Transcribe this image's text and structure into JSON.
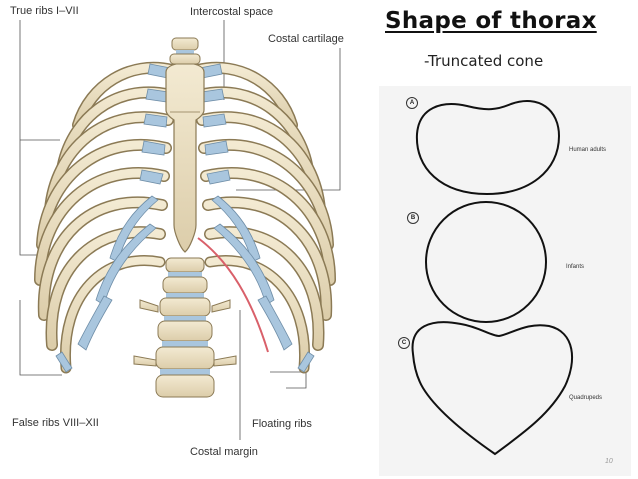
{
  "slide": {
    "title": "Shape of thorax",
    "subtitle": "-Truncated cone"
  },
  "illustration": {
    "labels": {
      "true_ribs": "True ribs I–VII",
      "intercostal_space": "Intercostal space",
      "costal_cartilage": "Costal cartilage",
      "false_ribs": "False ribs VIII–XII",
      "floating_ribs": "Floating ribs",
      "costal_margin": "Costal margin"
    },
    "colors": {
      "bone": "#eee2c4",
      "bone_outline": "#8b7a55",
      "cartilage": "#a9c6de",
      "costal_margin_line": "#d9606a"
    }
  },
  "shape_panel": {
    "items": [
      {
        "badge": "A",
        "label": "Human adults"
      },
      {
        "badge": "B",
        "label": "Infants"
      },
      {
        "badge": "C",
        "label": "Quadrupeds"
      }
    ],
    "page_number": "10"
  }
}
